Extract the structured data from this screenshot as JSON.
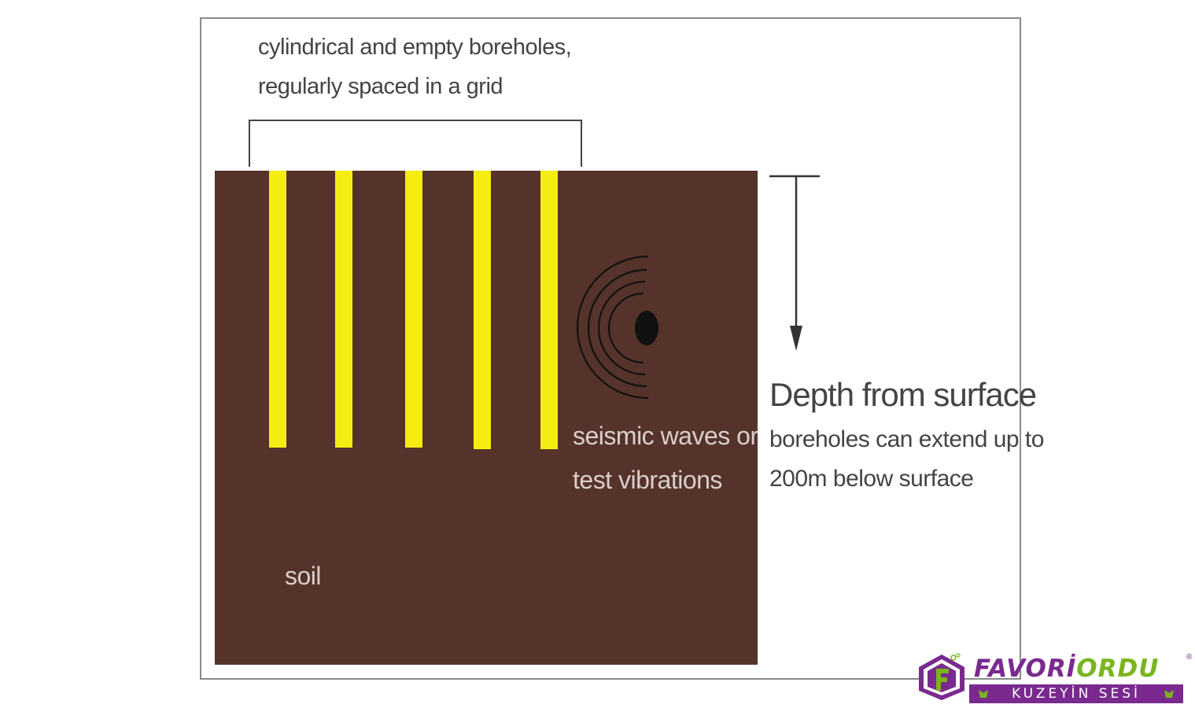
{
  "diagram": {
    "top_label": {
      "line1": "cylindrical and empty boreholes,",
      "line2": "regularly spaced in a grid"
    },
    "borehole_count": 5,
    "seismic_label": {
      "line1": "seismic waves or",
      "line2": "test vibrations"
    },
    "soil_label": "soil",
    "depth": {
      "title": "Depth from surface",
      "line1": "boreholes can extend up to",
      "line2": "200m below surface"
    },
    "colors": {
      "soil": "#55332a",
      "borehole": "#f5ec12",
      "seismic_source": "#1a1a1a",
      "text": "#444444"
    }
  },
  "logo": {
    "brand_part_a": "FAVORİ",
    "brand_part_b": "ORDU",
    "tagline": "KUZEYİN SESİ",
    "registered_mark": "®",
    "colors": {
      "purple": "#7a2a8f",
      "green": "#7ab51d"
    }
  }
}
